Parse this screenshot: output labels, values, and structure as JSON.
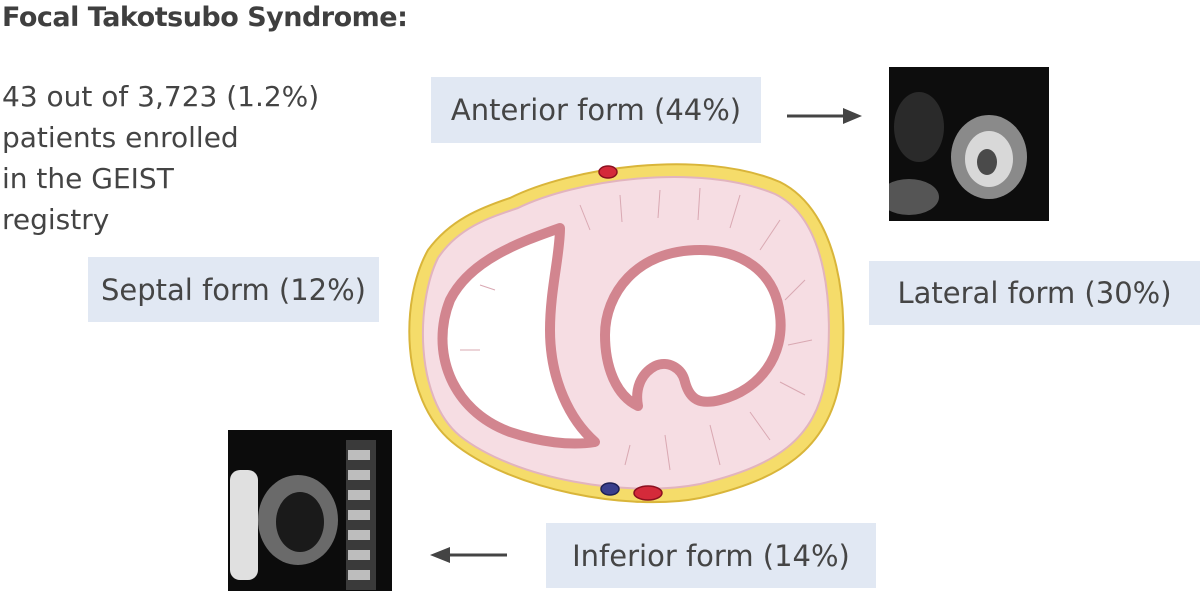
{
  "title": "Focal Takotsubo Syndrome:",
  "stat_lines": [
    "43 out of 3,723 (1.2%)",
    "patients enrolled",
    "in the GEIST",
    "registry"
  ],
  "forms": {
    "anterior": "Anterior form (44%)",
    "septal": "Septal form (12%)",
    "lateral": "Lateral form (30%)",
    "inferior": "Inferior form (14%)"
  },
  "colors": {
    "label_bg": "#e1e8f3",
    "epicardial_fat": "#f5dc6a",
    "myocardium": "#f6dde3",
    "endocardium": "#d2858f",
    "artery": "#d42a3a",
    "vein": "#3a3e8c",
    "arrow": "#444444"
  }
}
